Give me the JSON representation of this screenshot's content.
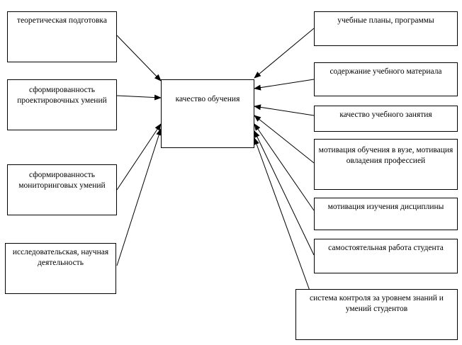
{
  "center": {
    "label": "качество обучения"
  },
  "left_factors": [
    {
      "label": "теоретическая подготовка"
    },
    {
      "label": "сформированность проектировочных умений"
    },
    {
      "label": "сформированность мониторинговых умений"
    },
    {
      "label": "исследовательская, научная деятельность"
    }
  ],
  "right_factors": [
    {
      "label": "учебные планы, программы"
    },
    {
      "label": "содержание учебного материала"
    },
    {
      "label": "качество учебного занятия"
    },
    {
      "label": "мотивация обучения в вузе, мотивация овладения профессией"
    },
    {
      "label": "мотивация изучения дисциплины"
    },
    {
      "label": "самостоятельная работа студента"
    },
    {
      "label": "система контроля за уровнем знаний и умений студентов"
    }
  ]
}
